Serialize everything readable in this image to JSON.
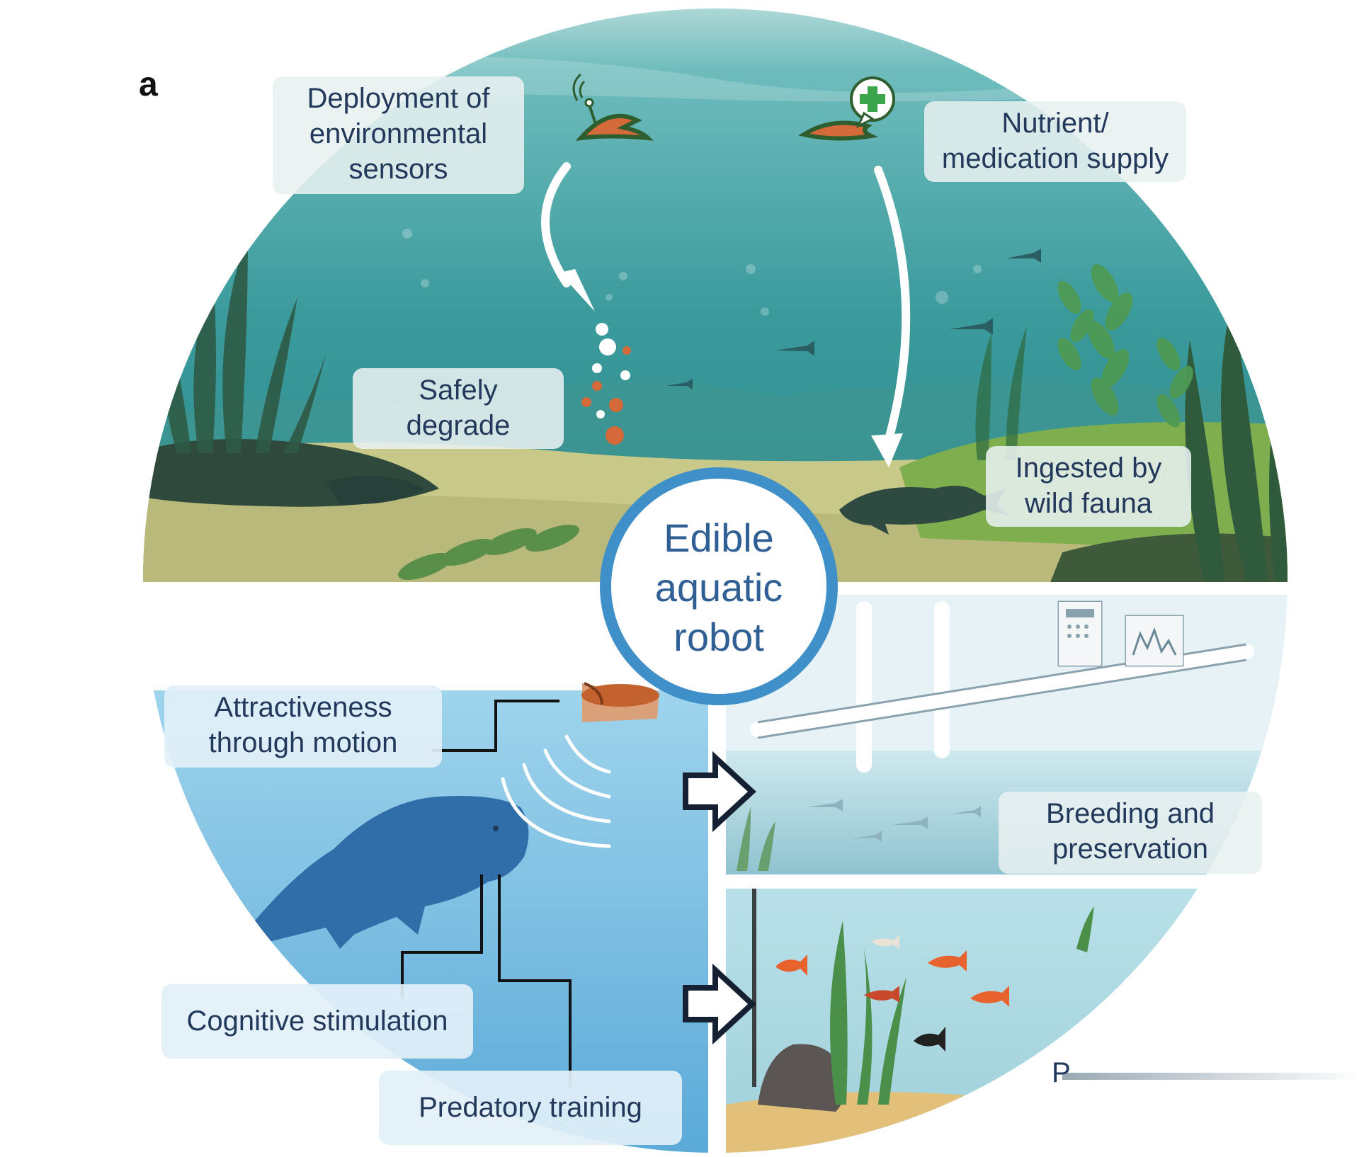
{
  "figure": {
    "panel_letter": "a",
    "center_title": [
      "Edible",
      "aquatic",
      "robot"
    ],
    "labels": {
      "deployment": [
        "Deployment of",
        "environmental",
        "sensors"
      ],
      "nutrient": [
        "Nutrient/",
        "medication supply"
      ],
      "degrade": [
        "Safely",
        "degrade"
      ],
      "ingested": [
        "Ingested by",
        "wild fauna"
      ],
      "attractiveness": [
        "Attractiveness",
        "through motion"
      ],
      "cognitive": "Cognitive stimulation",
      "predatory": "Predatory training",
      "breeding": [
        "Breeding and",
        "preservation"
      ],
      "partial": "P"
    },
    "colors": {
      "water_top": "#3b9ea0",
      "water_light": "#a9d9e2",
      "seabed": "#c9c98a",
      "robot_orange": "#d46a3a",
      "robot_green": "#2e5d2e",
      "ring_blue": "#3f8fc8",
      "fish_blue": "#2f6ea8",
      "lower_water": "#8ec9e6",
      "tank_water": "#bfe6ef",
      "text_navy": "#23395b"
    }
  }
}
